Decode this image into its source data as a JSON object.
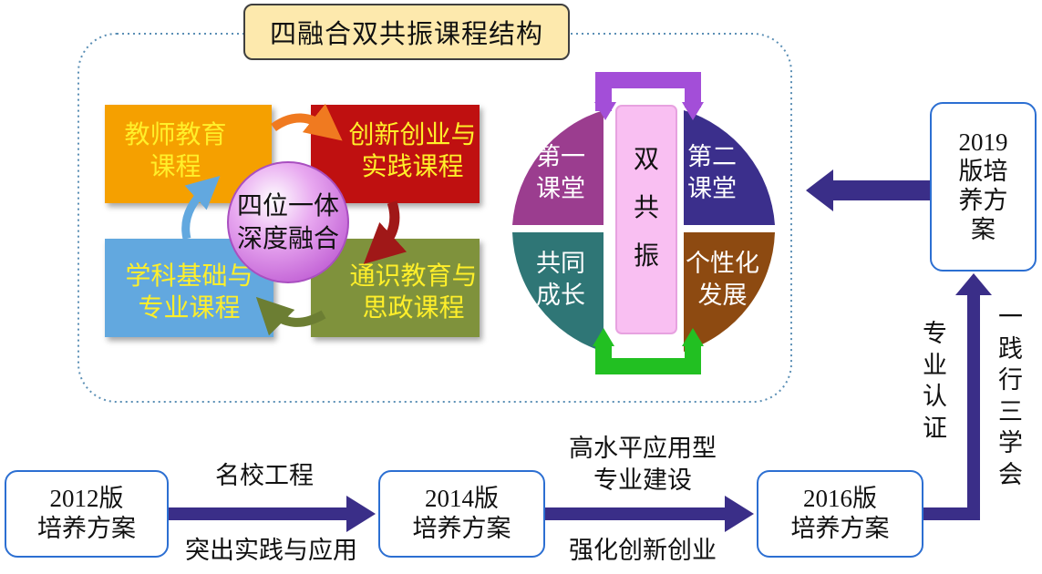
{
  "title": "四融合双共振课程结构",
  "quadrants": {
    "teacher_edu": [
      "教师教育",
      "课程"
    ],
    "innovation": [
      "创新创业与",
      "实践课程"
    ],
    "subject": [
      "学科基础与",
      "专业课程"
    ],
    "general": [
      "通识教育与",
      "思政课程"
    ]
  },
  "center": [
    "四位一体",
    "深度融合"
  ],
  "resonance": {
    "first_class": [
      "第一",
      "课堂"
    ],
    "second_class": [
      "第二",
      "课堂"
    ],
    "co_growth": [
      "共同",
      "成长"
    ],
    "personal": [
      "个性化",
      "发展"
    ],
    "center_chars": [
      "双",
      "共",
      "振"
    ]
  },
  "versions": {
    "v2012": [
      "2012版",
      "培养方案"
    ],
    "v2014": [
      "2014版",
      "培养方案"
    ],
    "v2016": [
      "2016版",
      "培养方案"
    ],
    "v2019": [
      "2019",
      "版培",
      "养方",
      "案"
    ]
  },
  "arrow_labels": {
    "a1_top": "名校工程",
    "a1_bottom": "突出实践与应用",
    "a2_top": [
      "高水平应用型",
      "专业建设"
    ],
    "a2_bottom": "强化创新创业",
    "a3_left": [
      "专",
      "业",
      "认",
      "证"
    ],
    "a3_right": [
      "一",
      "践",
      "行",
      "三",
      "学",
      "会"
    ]
  },
  "colors": {
    "arrow": "#3a2e88",
    "teacher_edu": "#f5a000",
    "innovation": "#bf1010",
    "subject": "#62a8df",
    "general": "#7f923c",
    "first_class": "#9b3d8f",
    "second_class": "#3b2f8c",
    "co_growth": "#2f7676",
    "personal": "#8d4a11",
    "pink_bar": "#f9bff2",
    "purple_loop": "#a34ed8",
    "green_loop": "#22c022",
    "version_border": "#2c6fd2",
    "dotted_border": "#5b8fb5"
  }
}
